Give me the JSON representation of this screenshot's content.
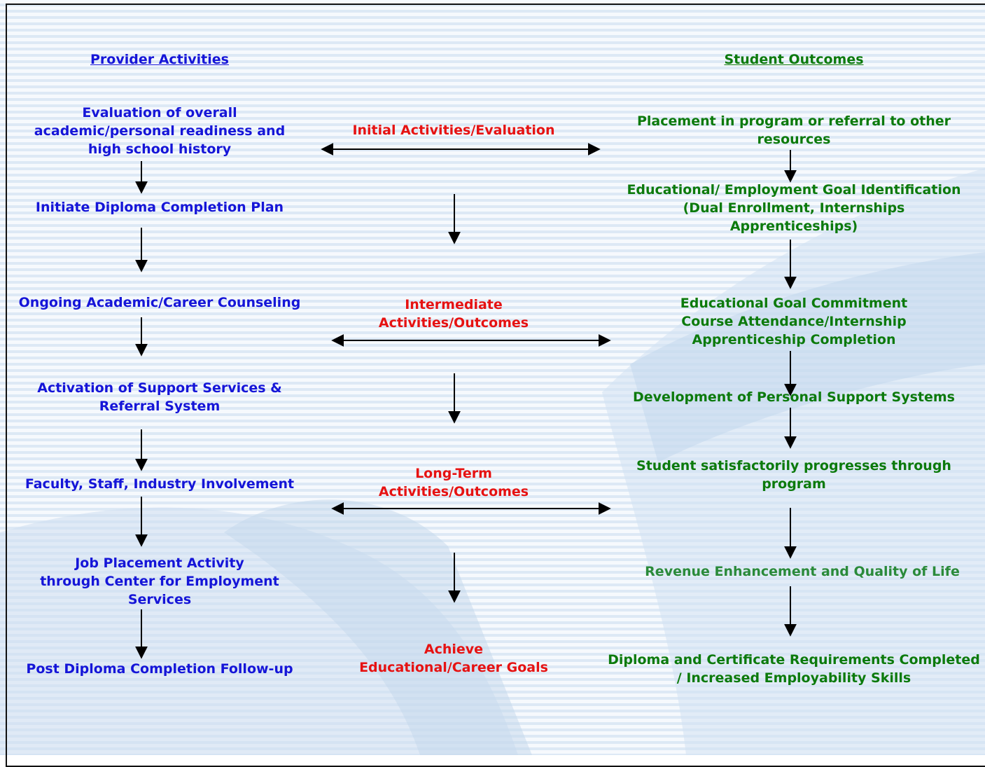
{
  "headers": {
    "provider": "Provider Activities",
    "student": "Student Outcomes"
  },
  "provider_activities": [
    "Evaluation of overall\nacademic/personal readiness and\nhigh school history",
    "Initiate Diploma Completion Plan",
    "Ongoing Academic/Career Counseling",
    "Activation of Support Services &\nReferral System",
    "Faculty,  Staff,  Industry Involvement",
    "Job Placement Activity\nthrough Center for Employment\nServices",
    "Post Diploma Completion Follow-up"
  ],
  "phases": [
    "Initial Activities/Evaluation",
    "Intermediate\nActivities/Outcomes",
    "Long-Term\nActivities/Outcomes",
    "Achieve\nEducational/Career Goals"
  ],
  "student_outcomes": [
    "Placement in program or referral to other\nresources",
    "Educational/ Employment Goal Identification\n(Dual Enrollment, Internships\nApprenticeships)",
    "Educational Goal Commitment\nCourse Attendance/Internship\nApprenticeship Completion",
    "Development of Personal Support Systems",
    "Student satisfactorily progresses through\nprogram",
    "Revenue Enhancement and Quality of Life",
    "Diploma  and Certificate Requirements Completed\n/ Increased Employability Skills"
  ],
  "colors": {
    "provider": "#1515d8",
    "phase": "#e61212",
    "student": "#0c7a0c",
    "arrow": "#000000"
  }
}
